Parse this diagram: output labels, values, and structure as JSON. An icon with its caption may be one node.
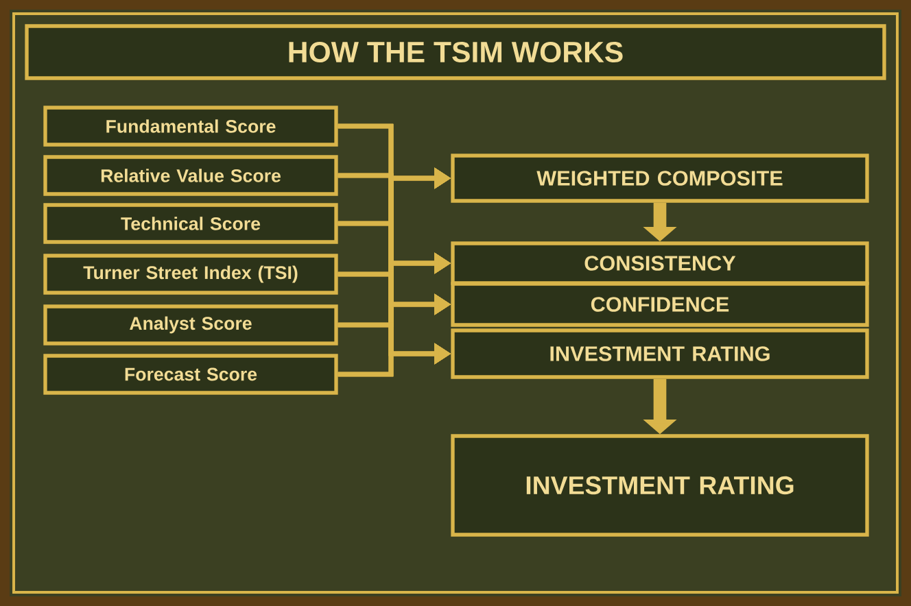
{
  "diagram": {
    "title": "HOW THE TSIM WORKS",
    "nodes": [
      {
        "text": [
          "Fundamental Score"
        ]
      },
      {
        "text": [
          "Relative Value Score"
        ]
      },
      {
        "text": [
          "Technical Score"
        ]
      },
      {
        "text": [
          "Turner Street Index (TSI)"
        ]
      },
      {
        "text": [
          "Analyst Score"
        ]
      },
      {
        "text": [
          "Forecast Score"
        ]
      },
      {
        "text": [
          "WEIGHTED COMPOSITE"
        ]
      },
      {
        "text": [
          "CONSISTENCY"
        ]
      },
      {
        "text": [
          "CONFIDENCE"
        ]
      },
      {
        "text": [
          "INVESTMENT RATING"
        ]
      },
      {
        "text": [
          "INVESTMENT RATING"
        ]
      }
    ],
    "edges": [
      {
        "from": 0,
        "to": 6,
        "arrow": "to"
      },
      {
        "from": 1,
        "to": 6,
        "arrow": "to"
      },
      {
        "from": 2,
        "to": 6,
        "arrow": "to"
      },
      {
        "from": 3,
        "to": 6,
        "arrow": "to"
      },
      {
        "from": 4,
        "to": 6,
        "arrow": "to"
      },
      {
        "from": 5,
        "to": 6,
        "arrow": "to"
      },
      {
        "from": 0,
        "to": 7,
        "arrow": "to"
      },
      {
        "from": 1,
        "to": 7,
        "arrow": "to"
      },
      {
        "from": 2,
        "to": 7,
        "arrow": "to"
      },
      {
        "from": 3,
        "to": 7,
        "arrow": "to"
      },
      {
        "from": 4,
        "to": 7,
        "arrow": "to"
      },
      {
        "from": 5,
        "to": 7,
        "arrow": "to"
      },
      {
        "from": 0,
        "to": 8,
        "arrow": "to"
      },
      {
        "from": 1,
        "to": 8,
        "arrow": "to"
      },
      {
        "from": 2,
        "to": 8,
        "arrow": "to"
      },
      {
        "from": 3,
        "to": 8,
        "arrow": "to"
      },
      {
        "from": 4,
        "to": 8,
        "arrow": "to"
      },
      {
        "from": 5,
        "to": 8,
        "arrow": "to"
      },
      {
        "from": 0,
        "to": 9,
        "arrow": "to"
      },
      {
        "from": 1,
        "to": 9,
        "arrow": "to"
      },
      {
        "from": 2,
        "to": 9,
        "arrow": "to"
      },
      {
        "from": 3,
        "to": 9,
        "arrow": "to"
      },
      {
        "from": 4,
        "to": 9,
        "arrow": "to"
      },
      {
        "from": 5,
        "to": 9,
        "arrow": "to"
      },
      {
        "from": 6,
        "to": 7,
        "arrow": "to",
        "style": "thick"
      },
      {
        "from": 9,
        "to": 10,
        "arrow": "to",
        "style": "thick"
      }
    ]
  }
}
